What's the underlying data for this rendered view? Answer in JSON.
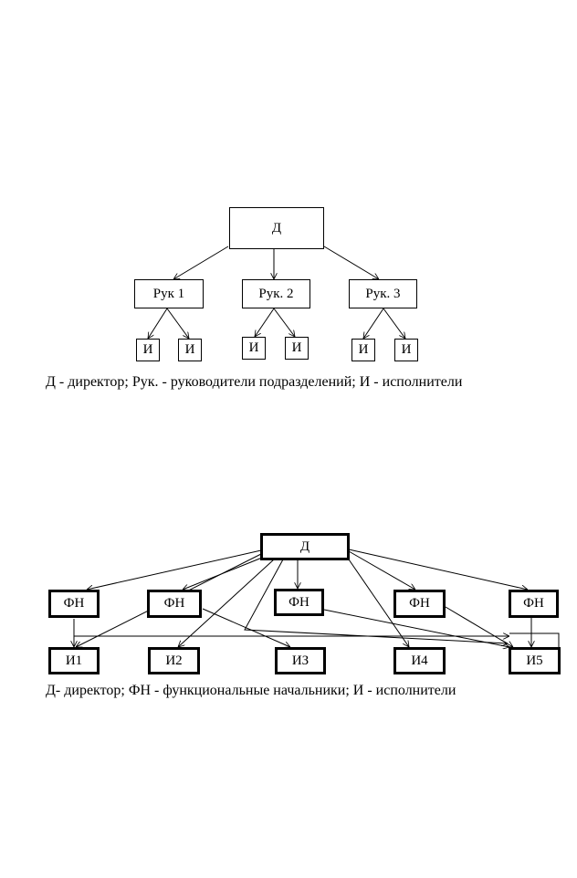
{
  "diagram1": {
    "director": "Д",
    "managers": [
      "Рук 1",
      "Рук. 2",
      "Рук. 3"
    ],
    "executors": [
      "И",
      "И",
      "И",
      "И",
      "И",
      "И"
    ],
    "caption": "Д - директор; Рук. - руководители подразделений; И - исполнители"
  },
  "diagram2": {
    "director": "Д",
    "functional_heads": [
      "ФН",
      "ФН",
      "ФН",
      "ФН",
      "ФН"
    ],
    "executors": [
      "И1",
      "И2",
      "ИЗ",
      "И4",
      "И5"
    ],
    "caption": "Д- директор; ФН - функциональные начальники; И - исполнители"
  }
}
